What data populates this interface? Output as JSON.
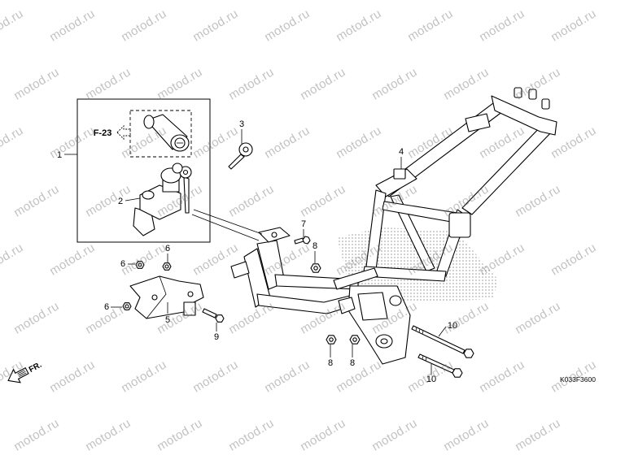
{
  "diagram": {
    "reference_label": "F-23",
    "callouts": [
      {
        "label": "1"
      },
      {
        "label": "2"
      },
      {
        "label": "3"
      },
      {
        "label": "4"
      },
      {
        "label": "5"
      },
      {
        "label": "6"
      },
      {
        "label": "6"
      },
      {
        "label": "6"
      },
      {
        "label": "7"
      },
      {
        "label": "8"
      },
      {
        "label": "8"
      },
      {
        "label": "8"
      },
      {
        "label": "9"
      },
      {
        "label": "10"
      },
      {
        "label": "10"
      }
    ],
    "direction_label": "FR.",
    "drawing_code": "K033F3600"
  },
  "watermark": {
    "text": "motod.ru"
  }
}
